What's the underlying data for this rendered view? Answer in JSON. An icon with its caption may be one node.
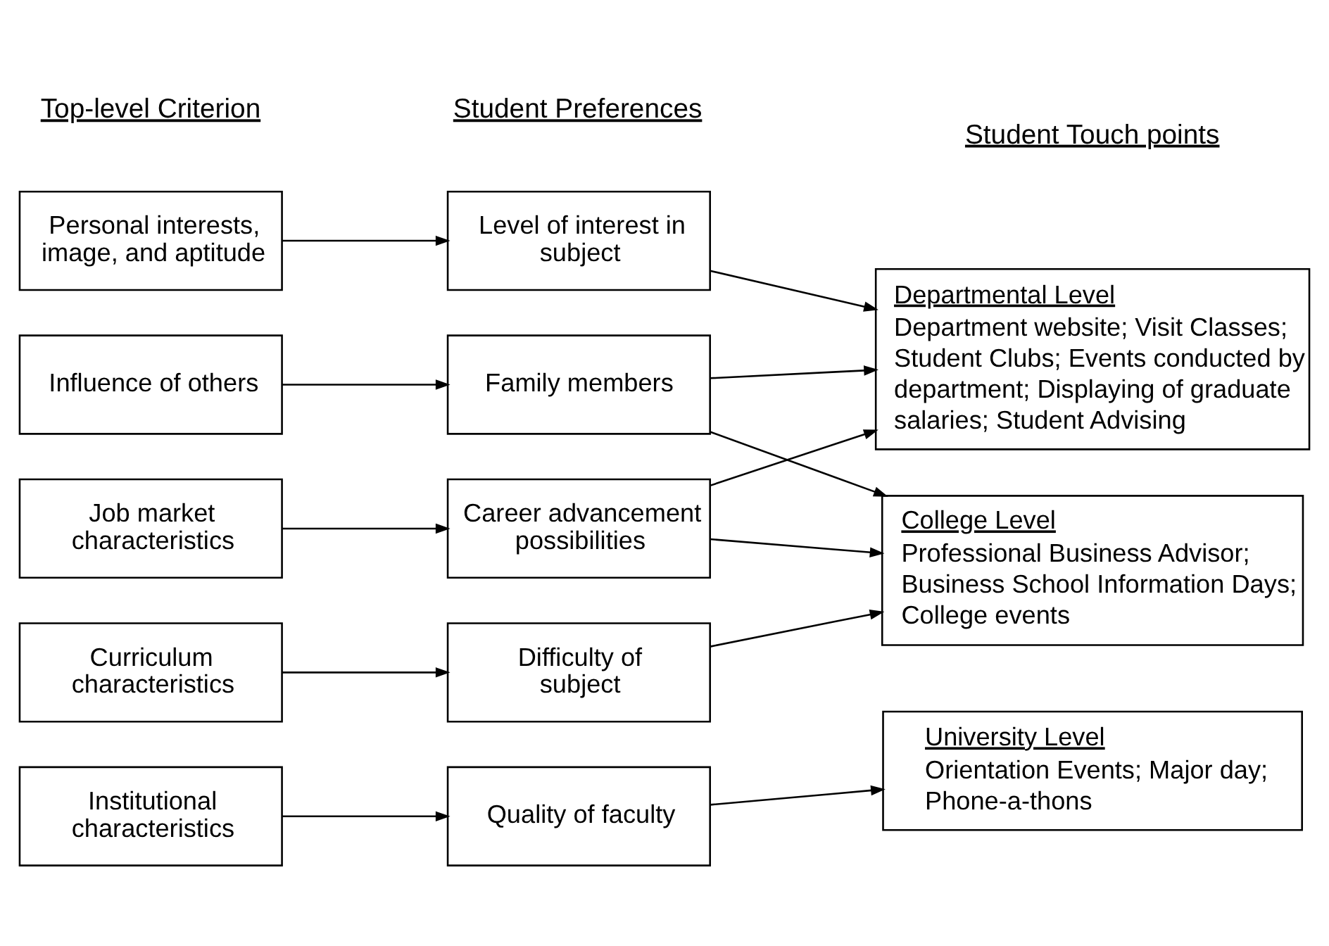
{
  "diagram": {
    "nodes": [
      {
        "text": [
          "Personal interests, image, and aptitude"
        ]
      },
      {
        "text": [
          "Level of interest in subject"
        ]
      },
      {
        "text": [
          "Departmental Level",
          "Department website; Visit Classes; Student Clubs; Events conducted by department; Displaying of graduate salaries; Student Advising"
        ]
      },
      {
        "text": [
          "Influence of others"
        ]
      },
      {
        "text": [
          "Family members"
        ]
      },
      {
        "text": [
          "Job market characteristics"
        ]
      },
      {
        "text": [
          "Career advancement possibilities"
        ]
      },
      {
        "text": [
          "College Level",
          "Professional Business Advisor; Business School Information Days; College events"
        ]
      },
      {
        "text": [
          "Curriculum characteristics"
        ]
      },
      {
        "text": [
          "Difficulty of subject"
        ]
      },
      {
        "text": [
          "Institutional characteristics"
        ]
      },
      {
        "text": [
          "Quality of faculty"
        ]
      },
      {
        "text": [
          "University Level",
          "Orientation Events; Major day; Phone-a-thons"
        ]
      }
    ],
    "edges": [
      {
        "from": 0,
        "to": 1,
        "arrow": "to"
      },
      {
        "from": 1,
        "to": 2,
        "arrow": "to"
      },
      {
        "from": 3,
        "to": 4,
        "arrow": "to"
      },
      {
        "from": 4,
        "to": 2,
        "arrow": "to"
      },
      {
        "from": 4,
        "to": 7,
        "arrow": "to"
      },
      {
        "from": 5,
        "to": 6,
        "arrow": "to"
      },
      {
        "from": 6,
        "to": 2,
        "arrow": "to"
      },
      {
        "from": 6,
        "to": 7,
        "arrow": "to"
      },
      {
        "from": 8,
        "to": 9,
        "arrow": "to"
      },
      {
        "from": 9,
        "to": 7,
        "arrow": "to"
      },
      {
        "from": 10,
        "to": 11,
        "arrow": "to"
      },
      {
        "from": 11,
        "to": 12,
        "arrow": "to"
      }
    ],
    "labels": [
      "Top-level Criterion",
      "Student Preferences",
      "Student Touch points"
    ]
  }
}
